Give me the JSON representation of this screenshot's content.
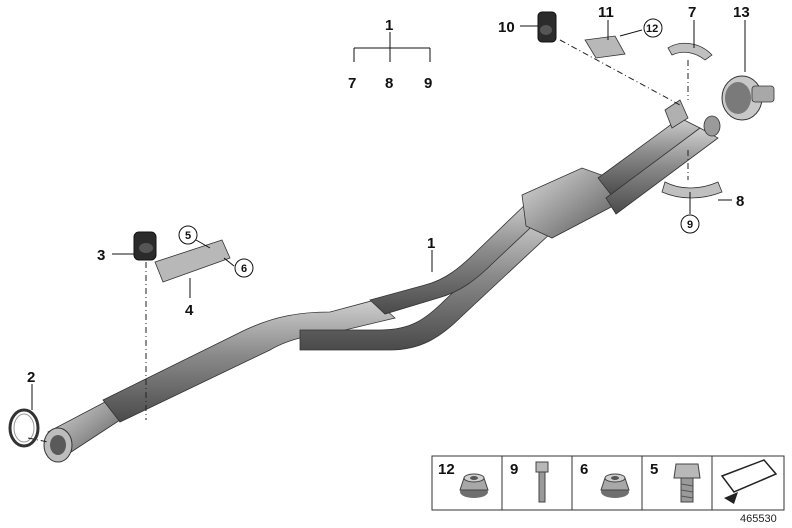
{
  "diagram": {
    "reference_number": "465530",
    "callouts": {
      "c1_top": "1",
      "c7_top": "7",
      "c8_top": "8",
      "c9_top": "9",
      "c10": "10",
      "c11": "11",
      "c12": "12",
      "c7_right": "7",
      "c13": "13",
      "c8_right": "8",
      "c9_right": "9",
      "c1_mid": "1",
      "c3": "3",
      "c4": "4",
      "c5": "5",
      "c6": "6",
      "c2": "2"
    },
    "legend": {
      "items": [
        {
          "label": "12",
          "icon": "flange-nut-icon"
        },
        {
          "label": "9",
          "icon": "long-bolt-icon"
        },
        {
          "label": "6",
          "icon": "flange-nut-icon"
        },
        {
          "label": "5",
          "icon": "hex-bolt-icon"
        },
        {
          "label": "",
          "icon": "arrow-symbol-icon"
        }
      ]
    },
    "colors": {
      "pipe": "#8a8a8a",
      "pipe_dark": "#555555",
      "pipe_light": "#cfcfcf"
    }
  }
}
